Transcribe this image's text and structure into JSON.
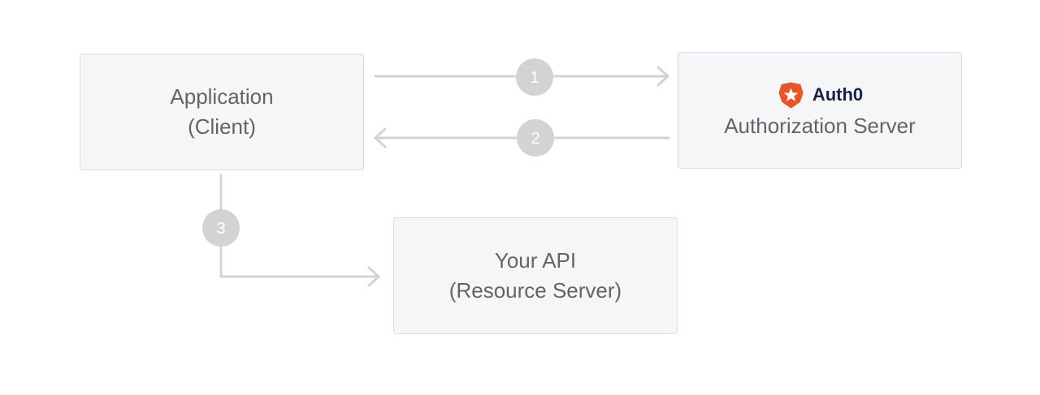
{
  "nodes": {
    "client": {
      "line1": "Application",
      "line2": "(Client)"
    },
    "auth": {
      "brand": "Auth0",
      "label": "Authorization Server"
    },
    "api": {
      "line1": "Your API",
      "line2": "(Resource Server)"
    }
  },
  "steps": [
    "1",
    "2",
    "3"
  ],
  "colors": {
    "box_fill": "#f5f6f8",
    "box_border": "#dcdde0",
    "text": "#636466",
    "connector": "#d3d3d3",
    "brand_orange": "#eb5424",
    "brand_navy": "#16214d"
  },
  "icons": {
    "auth_logo": "auth0-shield-icon"
  }
}
